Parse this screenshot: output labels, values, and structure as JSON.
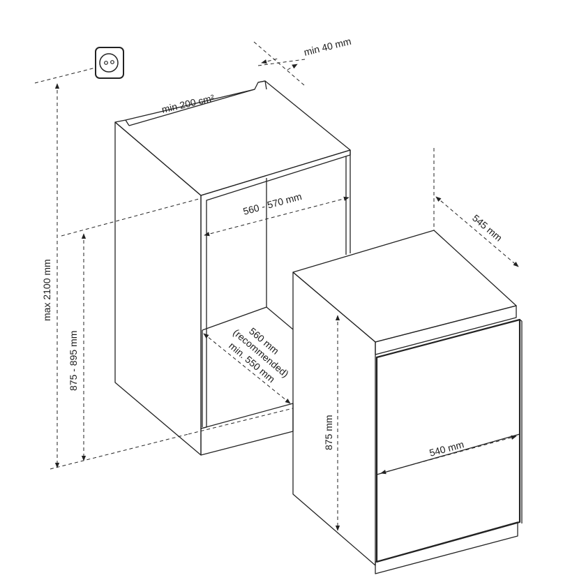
{
  "labels": {
    "min_gap": "min 40 mm",
    "vent_area": "min 200 cm²",
    "niche_width": "560 - 570 mm",
    "niche_depth_line1": "560 mm",
    "niche_depth_line2": "(recommended)",
    "niche_depth_line3": "min. 550 mm",
    "max_height": "max 2100 mm",
    "niche_height": "875 - 895 mm",
    "appliance_depth": "545 mm",
    "appliance_height": "875 mm",
    "appliance_width": "540 mm"
  }
}
